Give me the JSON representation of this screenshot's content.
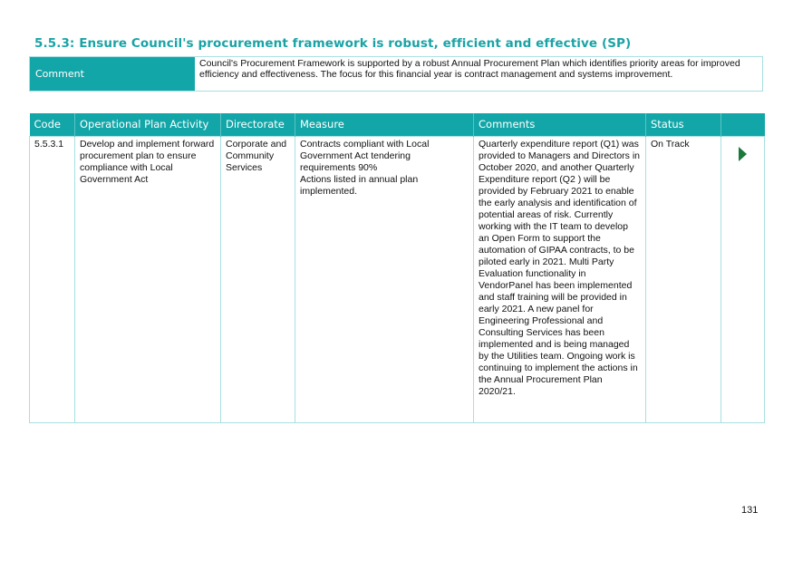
{
  "section": {
    "title": "5.5.3: Ensure Council's procurement framework is robust, efficient and effective (SP)"
  },
  "comment": {
    "label": "Comment",
    "text": "Council's Procurement Framework is supported by a robust Annual Procurement Plan which identifies priority areas for improved efficiency and effectiveness.  The focus for this financial year is contract management and systems improvement."
  },
  "table": {
    "headers": [
      "Code",
      "Operational Plan Activity",
      "Directorate",
      "Measure",
      "Comments",
      "Status",
      ""
    ],
    "rows": [
      {
        "code": "5.5.3.1",
        "activity": "Develop and implement forward procurement plan to ensure compliance with Local Government Act",
        "directorate": "Corporate and Community Services",
        "measure": "Contracts compliant with Local Government Act tendering requirements 90%\nActions listed in annual plan implemented.",
        "comments": "Quarterly expenditure report (Q1) was provided to Managers and Directors in October 2020, and another Quarterly Expenditure report (Q2 ) will be provided by February 2021 to enable the early analysis and identification of potential areas of risk. Currently working with the IT team to develop an Open Form to support the automation of GIPAA contracts, to be piloted early in 2021. Multi Party Evaluation functionality in VendorPanel has been implemented and staff training will be provided in early 2021. A new panel for Engineering Professional and Consulting Services has been implemented and is being managed by the Utilities team. Ongoing work is continuing to implement the actions in the Annual Procurement Plan 2020/21.",
        "status": "On Track",
        "status_icon": "play-arrow-icon"
      }
    ]
  },
  "colors": {
    "accent": "#13a6a8",
    "heading": "#1aa3a6",
    "border": "#a9dfe0",
    "status_arrow": "#1a7a3c"
  },
  "page_number": "131"
}
